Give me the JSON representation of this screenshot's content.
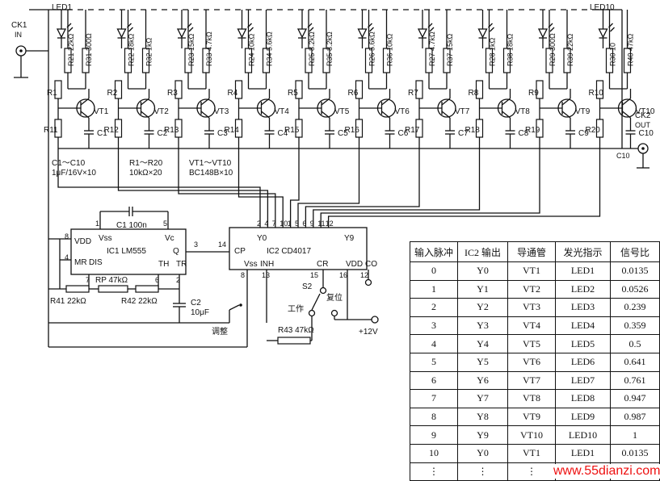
{
  "inputs": {
    "ck1": "CK1",
    "ck1_sub": "IN",
    "ck2": "CK2",
    "ck2_sub": "OUT"
  },
  "led_bar": {
    "first": "LED1",
    "last": "LED10"
  },
  "collector_resistors": [
    "R21 22kΩ",
    "R22 18kΩ",
    "R23 15kΩ",
    "R24 10kΩ",
    "R25 8.2kΩ",
    "R26 5.6kΩ",
    "R27 4.7kΩ",
    "R28 1kΩ",
    "R29 300Ω",
    "R30 10"
  ],
  "load_resistors": [
    "R31 300Ω",
    "R32 1kΩ",
    "R33 4.7kΩ",
    "R34 5.6kΩ",
    "R35 8.2kΩ",
    "R36 10kΩ",
    "R37 15kΩ",
    "R38 18kΩ",
    "R39 22kΩ",
    "R40 47kΩ"
  ],
  "base_resistors": [
    "R1",
    "R2",
    "R3",
    "R4",
    "R5",
    "R6",
    "R7",
    "R8",
    "R9",
    "R10"
  ],
  "bias_resistors": [
    "R11",
    "R12",
    "R13",
    "R14",
    "R15",
    "R16",
    "R17",
    "R18",
    "R19",
    "R20"
  ],
  "transistors": [
    "VT1",
    "VT2",
    "VT3",
    "VT4",
    "VT5",
    "VT6",
    "VT7",
    "VT8",
    "VT9",
    "VT10"
  ],
  "capacitors": [
    "C1",
    "C2",
    "C3",
    "C4",
    "C5",
    "C6",
    "C7",
    "C8",
    "C9",
    "C10"
  ],
  "notes": {
    "caps": [
      "C1～C10",
      "1μF/16V×10"
    ],
    "res": [
      "R1～R20",
      "10kΩ×20"
    ],
    "trans": [
      "VT1～VT10",
      "BC148B×10"
    ]
  },
  "ic1": {
    "name": "IC1  LM555",
    "vdd": "VDD",
    "vss": "Vss",
    "vc": "Vc",
    "mr": "MR",
    "dis": "DIS",
    "q": "Q",
    "th": "TH",
    "tr": "TR",
    "pins": {
      "p1": "1",
      "p5": "5",
      "p8": "8",
      "p4": "4",
      "p3": "3",
      "p7": "7",
      "p6": "6",
      "p2": "2"
    },
    "c1": "C1  100n",
    "c2": "C2",
    "c2_val": "10μF",
    "rp": "RP  47kΩ",
    "r41": "R41  22kΩ",
    "r42": "R42  22kΩ"
  },
  "ic2": {
    "name": "IC2  CD4017",
    "cp": "CP",
    "y0": "Y0",
    "y9": "Y9",
    "vss": "Vss",
    "inh": "INH",
    "cr": "CR",
    "vdd": "VDD",
    "co": "CO",
    "top_pins": [
      "2",
      "4",
      "7",
      "10",
      "1",
      "5",
      "6",
      "9",
      "11",
      "12"
    ],
    "bottom_pins": {
      "p8": "8",
      "p13": "13",
      "p15": "15",
      "p16": "16",
      "p12": "12"
    },
    "pin14": "14"
  },
  "controls": {
    "s2": "S2",
    "work": "工作",
    "reset": "复位",
    "adjust": "调整",
    "r43": "R43  47kΩ",
    "supply": "+12V"
  },
  "table": {
    "headers": [
      "输入脉冲",
      "IC2 输出",
      "导通管",
      "发光指示",
      "信号比"
    ],
    "rows": [
      [
        "0",
        "Y0",
        "VT1",
        "LED1",
        "0.0135"
      ],
      [
        "1",
        "Y1",
        "VT2",
        "LED2",
        "0.0526"
      ],
      [
        "2",
        "Y2",
        "VT3",
        "LED3",
        "0.239"
      ],
      [
        "3",
        "Y3",
        "VT4",
        "LED4",
        "0.359"
      ],
      [
        "4",
        "Y4",
        "VT5",
        "LED5",
        "0.5"
      ],
      [
        "5",
        "Y5",
        "VT6",
        "LED6",
        "0.641"
      ],
      [
        "6",
        "Y6",
        "VT7",
        "LED7",
        "0.761"
      ],
      [
        "7",
        "Y7",
        "VT8",
        "LED8",
        "0.947"
      ],
      [
        "8",
        "Y8",
        "VT9",
        "LED9",
        "0.987"
      ],
      [
        "9",
        "Y9",
        "VT10",
        "LED10",
        "1"
      ],
      [
        "10",
        "Y0",
        "VT1",
        "LED1",
        "0.0135"
      ],
      [
        "⋮",
        "⋮",
        "⋮",
        "",
        ""
      ]
    ]
  },
  "watermark": "www.55dianzi.com"
}
